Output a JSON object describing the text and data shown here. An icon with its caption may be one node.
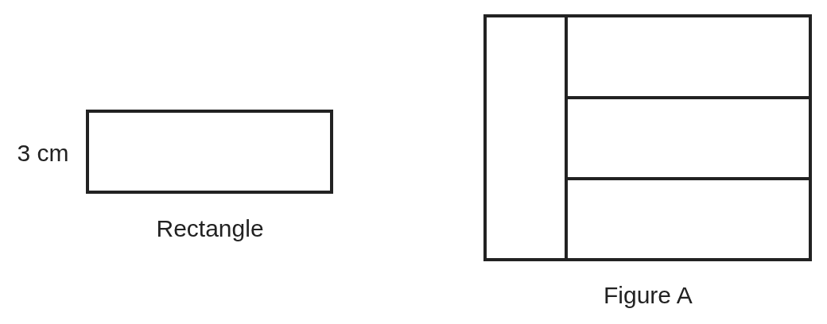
{
  "diagram": {
    "labels": [
      "3 cm",
      "Rectangle",
      "Figure A"
    ]
  }
}
